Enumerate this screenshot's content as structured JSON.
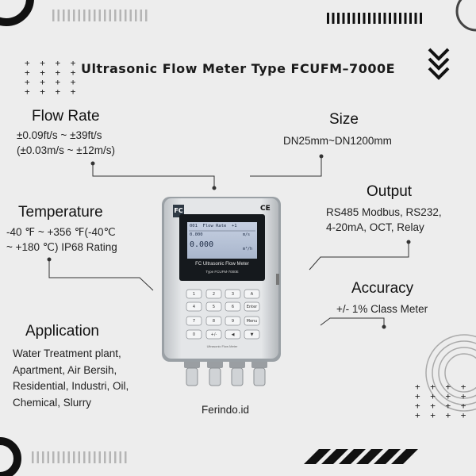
{
  "title": "Ultrasonic Flow Meter Type FCUFM–7000E",
  "flow_rate": {
    "heading": "Flow Rate",
    "text": "±0.09ft/s ~ ±39ft/s\n(±0.03m/s ~ ±12m/s)"
  },
  "size": {
    "heading": "Size",
    "text": "DN25mm~DN1200mm"
  },
  "temperature": {
    "heading": "Temperature",
    "text": "-40 ℉ ~ +356 ℉(-40℃\n~ +180 ℃) IP68 Rating"
  },
  "output": {
    "heading": "Output",
    "text": "RS485 Modbus, RS232,\n4-20mA, OCT, Relay"
  },
  "accuracy": {
    "heading": "Accuracy",
    "text": "+/- 1% Class Meter"
  },
  "application": {
    "heading": "Application",
    "text": "Water Treatment plant,\nApartment, Air Bersih,\nResidential, Industri, Oil,\nChemical, Slurry"
  },
  "brand": "Ferindo.id",
  "device": {
    "logo": "FC",
    "ce_mark": "CE",
    "screen_line1": "001  Flow Rate  +1",
    "screen_line2a": "0.000",
    "screen_line2b": "m/s",
    "screen_value": "0.000",
    "screen_unit": "m³/h",
    "name": "FC Ultrasonic Flow Meter",
    "type": "Type FCUFM-7000E",
    "footer_label": "Ultrasonic Flow Meter",
    "keys": [
      "1",
      "2",
      "3",
      "A",
      "4",
      "5",
      "6",
      "Enter",
      "7",
      "8",
      "9",
      "Menu",
      "0",
      "+/-",
      "◀",
      "▼"
    ]
  },
  "colors": {
    "background": "#ededed",
    "text": "#1a1a1a",
    "lcd": "#b8c4d8",
    "device_body": "#d9dcdf"
  }
}
